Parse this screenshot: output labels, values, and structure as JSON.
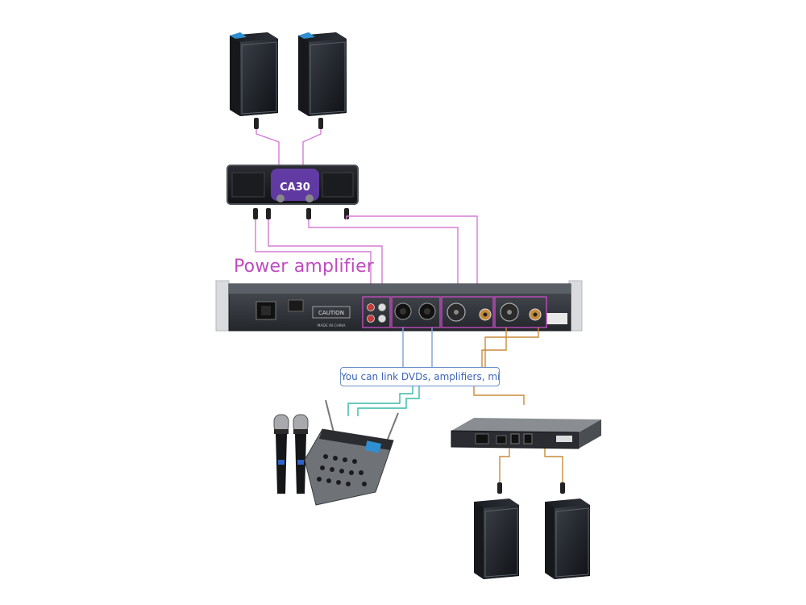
{
  "labels": {
    "power_amplifier": "Power amplifier",
    "link_note": "You can link DVDs, amplifiers, mixers,"
  },
  "devices": {
    "power_amp_brand": "CA30",
    "processor_caution": "CAUTION",
    "processor_made_in": "MADE IN CHINA"
  },
  "colors": {
    "amp_cable": "#d77bd6",
    "link_cable": "#7f9fd8",
    "mixer_cable": "#37b8a8",
    "output_cable": "#c98b3a",
    "highlight_box": "#c04bbf"
  }
}
